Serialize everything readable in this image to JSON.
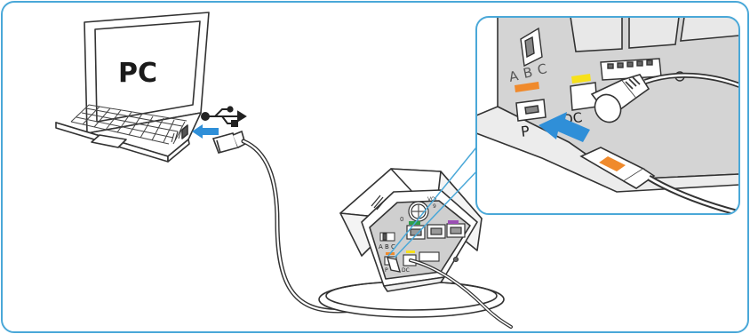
{
  "illustration": {
    "laptop_screen_label": "PC",
    "usb_symbol": "usb-icon",
    "inset_port_letters": [
      "A",
      "B",
      "C"
    ],
    "inset_port_labels": {
      "p": "P",
      "dc": "DC"
    },
    "base_switch_letters": [
      "A",
      "B",
      "C"
    ],
    "base_volume_marks": [
      "0",
      "VOL",
      "9"
    ],
    "base_small_labels": {
      "p": "P",
      "dc": "DC"
    }
  },
  "colors": {
    "frame_border": "#4aa8d8",
    "arrow_blue": "#2f8fd8",
    "usb_port_orange": "#f08a2c",
    "dc_port_yellow": "#f7e11a",
    "port_green": "#2e9e4a",
    "port_purple": "#9b4fb4",
    "inset_bg": "#d4d4d4"
  }
}
